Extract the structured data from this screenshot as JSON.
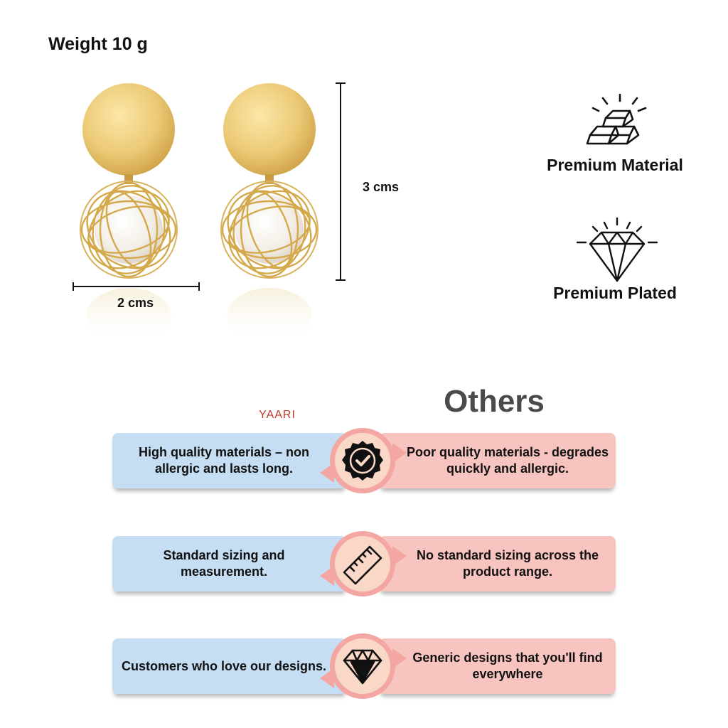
{
  "product": {
    "weight_label": "Weight 10 g",
    "height_label": "3 cms",
    "width_label": "2 cms"
  },
  "features": [
    {
      "icon": "gold-bars-icon",
      "label": "Premium Material"
    },
    {
      "icon": "diamond-icon",
      "label": "Premium Plated"
    }
  ],
  "comparison": {
    "brand_header": "YAARI",
    "others_header": "Others",
    "rows": [
      {
        "icon": "quality-check-badge-icon",
        "yaari": "High quality materials – non allergic and lasts long.",
        "others": "Poor quality materials - degrades quickly and allergic."
      },
      {
        "icon": "ruler-icon",
        "yaari": "Standard sizing and measurement.",
        "others": "No standard sizing across the product range."
      },
      {
        "icon": "diamond-icon",
        "yaari": "Customers who love our designs.",
        "others": "Generic designs that you'll find everywhere"
      }
    ]
  },
  "colors": {
    "gold": "#e6c46e",
    "blue_card": "#c6def3",
    "pink_card": "#f8c4c0",
    "badge_ring": "#f4a6a2",
    "brand_red": "#c0392b"
  }
}
